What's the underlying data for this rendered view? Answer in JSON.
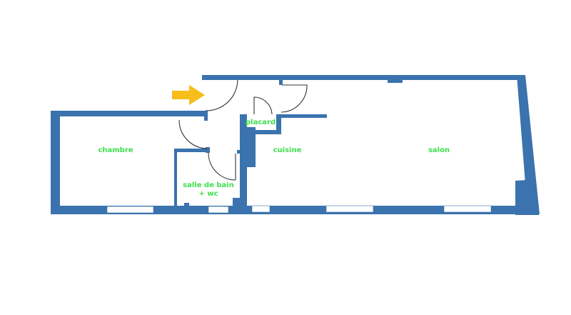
{
  "plan": {
    "title": "Floor plan",
    "wall_color": "#3a73ad",
    "label_color": "#3ee04e",
    "entrance_arrow_color": "#f7bd1a",
    "rooms": {
      "chambre": "chambre",
      "salle_de_bain_line1": "salle de bain",
      "salle_de_bain_line2": "+ wc",
      "placard": "placard",
      "cuisine": "cuisine",
      "salon": "salon"
    },
    "icons": {
      "entrance": "entrance-arrow-icon"
    }
  }
}
